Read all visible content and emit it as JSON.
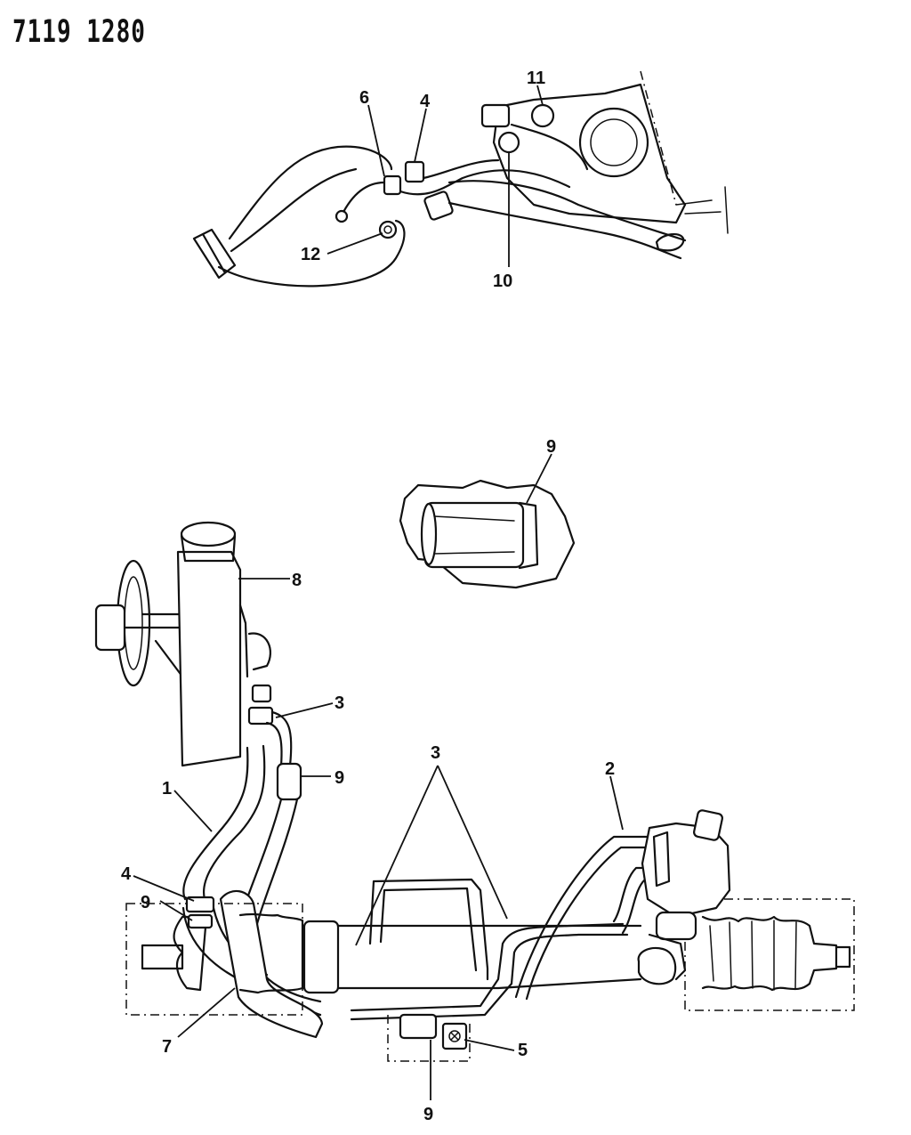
{
  "header": {
    "reference_code": "7119 1280"
  },
  "callouts": {
    "c1": "1",
    "c2": "2",
    "c3a": "3",
    "c3b": "3",
    "c4a": "4",
    "c4b": "4",
    "c5": "5",
    "c6": "6",
    "c7": "7",
    "c8": "8",
    "c9a": "9",
    "c9b": "9",
    "c9c": "9",
    "c9d": "9",
    "c10": "10",
    "c11": "11",
    "c12": "12"
  }
}
